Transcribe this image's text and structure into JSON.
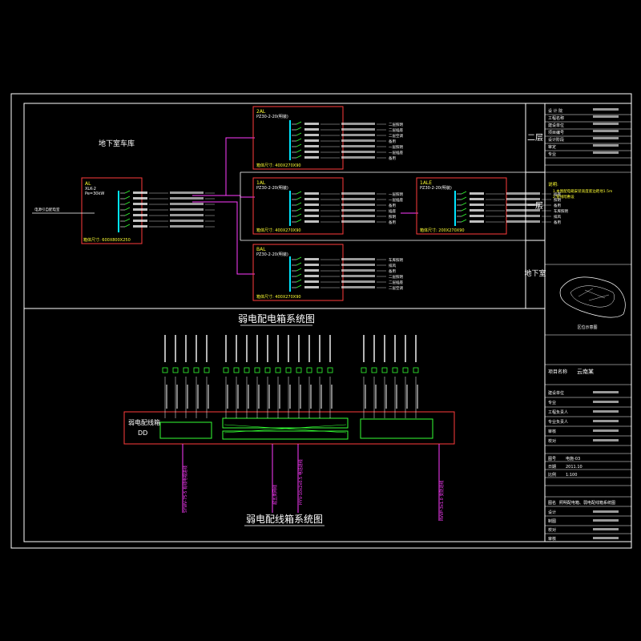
{
  "colors": {
    "frame": "#ffffff",
    "panel_border": "#ff3b3b",
    "bus": "#00e5ff",
    "feed": "#ff3bff",
    "breaker_text": "#ffffff",
    "label_yellow": "#ffff33",
    "green": "#33ff33"
  },
  "diagram": {
    "area_label": "地下室车库",
    "main_panel": {
      "id": "AL",
      "model": "XLK-2",
      "power": "Pe=30kW",
      "incoming": "电源引自配电室",
      "footer": "箱体尺寸: 600X800X250"
    },
    "floor2_panel": {
      "id": "2AL",
      "model": "PZ30-2-20(明装)",
      "footer": "箱体尺寸: 400X270X90"
    },
    "floor1_panel": {
      "id": "1AL",
      "model": "PZ30-2-20(明装)",
      "footer": "箱体尺寸: 400X270X90"
    },
    "floor1_sub": {
      "id": "1ALE",
      "model": "PZ30-2-20(明装)",
      "footer": "箱体尺寸: 200X270X90"
    },
    "basement_panel": {
      "id": "BAL",
      "model": "PZ30-2-20(明装)",
      "footer": "箱体尺寸: 400X270X90"
    },
    "outputs": [
      "二层照明",
      "二层插座",
      "二层空调",
      "备用",
      "一层照明",
      "一层插座",
      "备用",
      "插座",
      "照明",
      "备用",
      "车库照明",
      "排风",
      "备用"
    ],
    "weak_title": "弱电配电箱系统图",
    "weak_title2": "弱电配线箱系统图",
    "weak_box_label": "弱电配线箱",
    "weak_box_code": "DD",
    "weak_in_1": "HYV-10x2x0.5 电话进线",
    "weak_in_2": "SYWV-75-5 有线电视进线",
    "weak_in_3": "超五类网线",
    "weak_in_4": "RVVP-3x1.0 安防进线"
  },
  "title_block": {
    "sections": [
      "二层",
      "一层",
      "地下室"
    ],
    "top_rows": [
      "设 计 院",
      "工程名称",
      "建设单位",
      "项目编号",
      "设计阶段",
      "审定",
      "专业"
    ],
    "notes_heading": "说明:",
    "notes": [
      "1.本图配电箱安装高度底边距地1.5m",
      "2.管线暗敷设"
    ],
    "keyplan_caption": "区位示意图",
    "project_label": "项目名称",
    "project_value": "云南某",
    "mid_rows": [
      "建设单位",
      "专业",
      "工程负责人",
      "专业负责人",
      "审核",
      "校对"
    ],
    "drawing_no_label": "图号",
    "drawing_no_value": "电施-03",
    "date_label": "日期",
    "date_value": "2011.10",
    "scale_label": "比例",
    "scale_value": "1:100",
    "sheet_title_label": "图名",
    "sheet_title_value": "照明配电箱、弱电配线箱系统图",
    "bottom_rows": [
      "设计",
      "制图",
      "校对",
      "审核"
    ]
  }
}
